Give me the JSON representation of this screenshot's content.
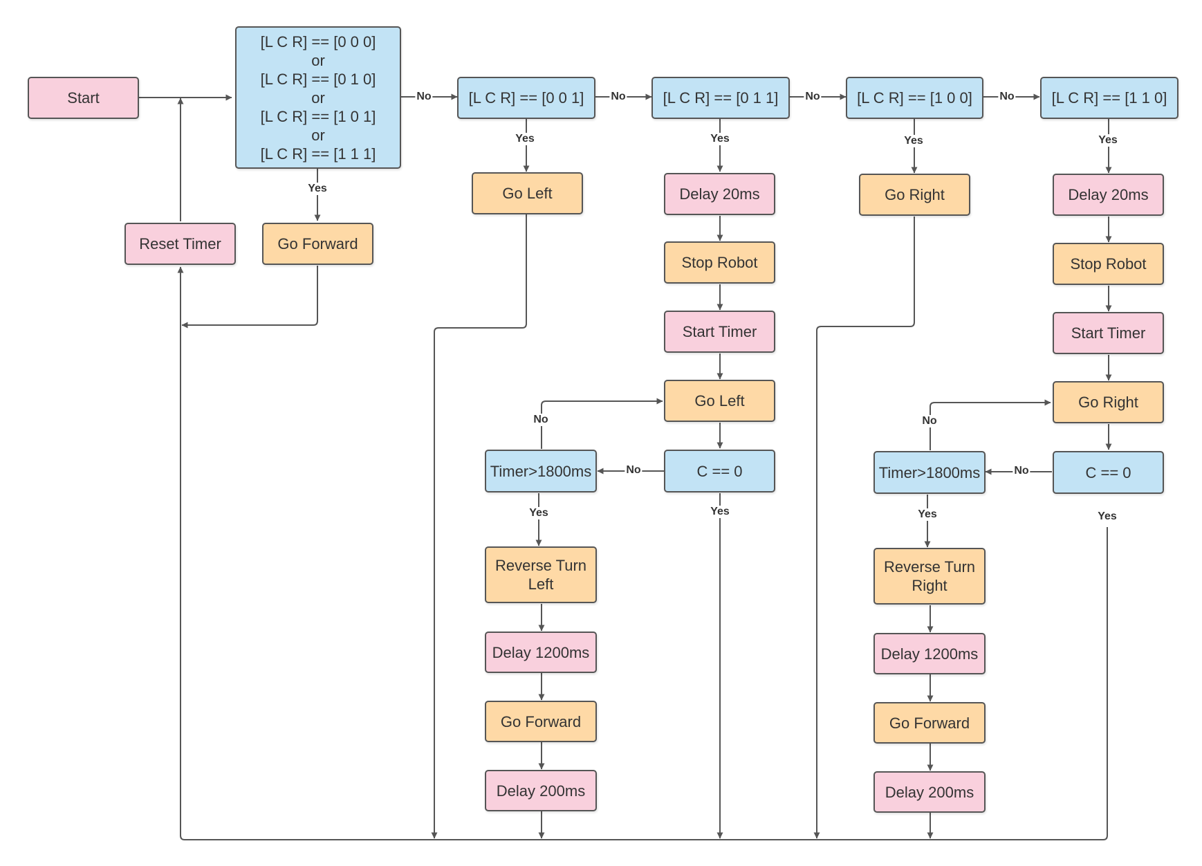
{
  "colors": {
    "pink": "#f9d0dd",
    "orange": "#fed9a6",
    "blue": "#c2e3f5",
    "line": "#555555"
  },
  "nodes": {
    "start": "Start",
    "main_decision": [
      "[L C R] == [0 0 0]",
      "or",
      "[L C R] == [0 1 0]",
      "or",
      "[L C R] == [1 0 1]",
      "or",
      "[L C R] == [1 1 1]"
    ],
    "go_forward": "Go Forward",
    "reset_timer": "Reset Timer",
    "dec_001": "[L C R] == [0 0 1]",
    "dec_011": "[L C R] == [0 1 1]",
    "dec_100": "[L C R] == [1 0 0]",
    "dec_110": "[L C R] == [1 1 0]",
    "go_left_simple": "Go Left",
    "go_right_simple": "Go Right",
    "left_branch": {
      "delay_20": "Delay 20ms",
      "stop_robot": "Stop Robot",
      "start_timer": "Start Timer",
      "go_left": "Go Left",
      "c_check": "C == 0",
      "timer_check": "Timer>1800ms",
      "reverse_turn": [
        "Reverse Turn",
        "Left"
      ],
      "delay_1200": "Delay 1200ms",
      "go_forward": "Go Forward",
      "delay_200": "Delay 200ms"
    },
    "right_branch": {
      "delay_20": "Delay 20ms",
      "stop_robot": "Stop Robot",
      "start_timer": "Start Timer",
      "go_right": "Go Right",
      "c_check": "C == 0",
      "timer_check": "Timer>1800ms",
      "reverse_turn": [
        "Reverse Turn",
        "Right"
      ],
      "delay_1200": "Delay 1200ms",
      "go_forward": "Go Forward",
      "delay_200": "Delay 200ms"
    }
  },
  "edge_labels": {
    "yes": "Yes",
    "no": "No"
  }
}
